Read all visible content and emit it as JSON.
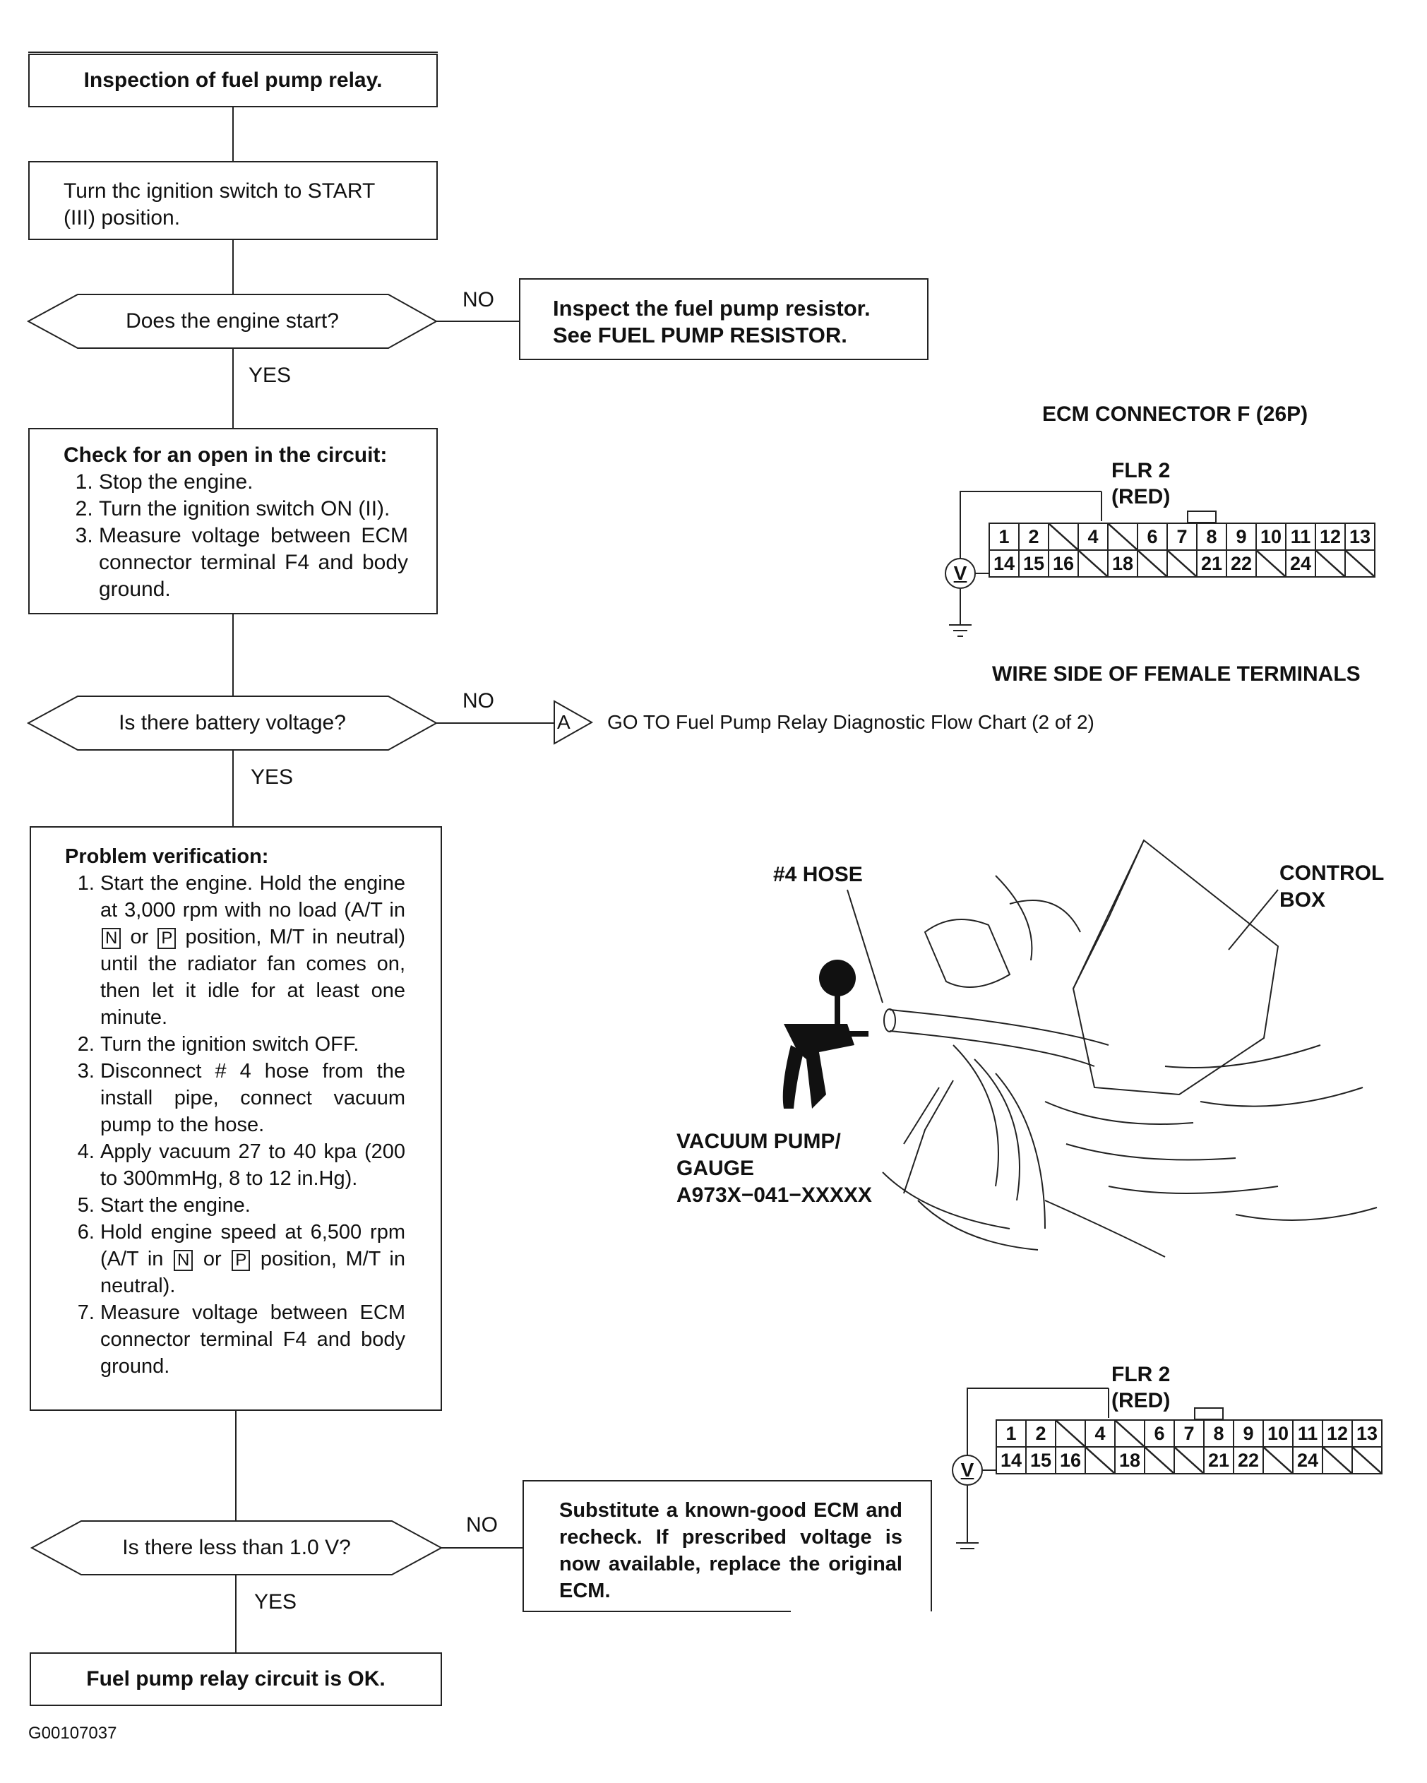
{
  "flow": {
    "box1": "Inspection of fuel pump relay.",
    "box2": "Turn thc ignition switch to START (III) position.",
    "q1": "Does the engine start?",
    "q1_no": "NO",
    "q1_yes": "YES",
    "no1_line1": "Inspect the fuel pump resistor.",
    "no1_line2": "See FUEL PUMP RESISTOR.",
    "box3": {
      "heading": "Check for an open in the circuit:",
      "steps": [
        "Stop the engine.",
        "Turn the ignition switch ON (II).",
        "Measure voltage between ECM connector terminal F4 and body ground."
      ]
    },
    "q2": "Is there battery voltage?",
    "q2_no": "NO",
    "q2_yes": "YES",
    "goto_marker": "A",
    "goto_text": "GO TO Fuel Pump Relay Diagnostic Flow Chart (2 of 2)",
    "box4": {
      "heading": "Problem verification:",
      "step1_a": "Start the engine. Hold the engine at 3,000 rpm with no load (A/T in",
      "key_n": "N",
      "or": "or",
      "key_p": "P",
      "step1_b": "position, M/T in neutral) until the radiator fan comes on, then let it idle for at least one minute.",
      "step2": "Turn the ignition switch OFF.",
      "step3": "Disconnect # 4 hose from the install pipe, connect vacuum pump to the hose.",
      "step4": "Apply vacuum 27 to 40 kpa (200 to 300mmHg, 8 to 12 in.Hg).",
      "step5": "Start the engine.",
      "step6_a": "Hold engine speed at 6,500 rpm (A/T in",
      "step6_b": "position, M/T in neutral).",
      "step7": "Measure voltage between ECM connector terminal F4 and body ground."
    },
    "q3": "Is there less than 1.0 V?",
    "q3_no": "NO",
    "q3_yes": "YES",
    "no3": "Substitute a known-good ECM and recheck. If prescribed voltage is now available, replace the original ECM.",
    "box5": "Fuel pump relay circuit is OK."
  },
  "connector": {
    "title": "ECM CONNECTOR F (26P)",
    "flr": "FLR 2",
    "red": "(RED)",
    "caption": "WIRE SIDE OF FEMALE TERMINALS",
    "meter": "V",
    "row1": [
      "1",
      "2",
      "",
      "4",
      "",
      "6",
      "7",
      "8",
      "9",
      "10",
      "11",
      "12",
      "13"
    ],
    "row2": [
      "14",
      "15",
      "16",
      "",
      "18",
      "",
      "",
      "21",
      "22",
      "",
      "24",
      "",
      ""
    ]
  },
  "illustration": {
    "hose_label": "#4 HOSE",
    "control_box": "CONTROL BOX",
    "pump_label_1": "VACUUM PUMP/",
    "pump_label_2": "GAUGE",
    "pump_label_3": "A973X−041−XXXXX"
  },
  "figure_id": "G00107037"
}
